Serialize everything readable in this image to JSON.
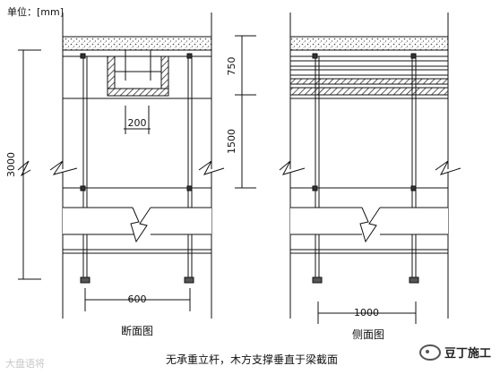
{
  "unit_label": "单位：[mm]",
  "dims": {
    "total_height": "3000",
    "top_segment": "750",
    "middle_segment": "1500",
    "inner_width": "200",
    "section_width": "600",
    "side_width": "1000"
  },
  "captions": {
    "section": "断面图",
    "side": "侧面图",
    "main": "无承重立杆，木方支撑垂直于梁截面"
  },
  "brand": "豆丁施工",
  "watermark": "大盘语将"
}
